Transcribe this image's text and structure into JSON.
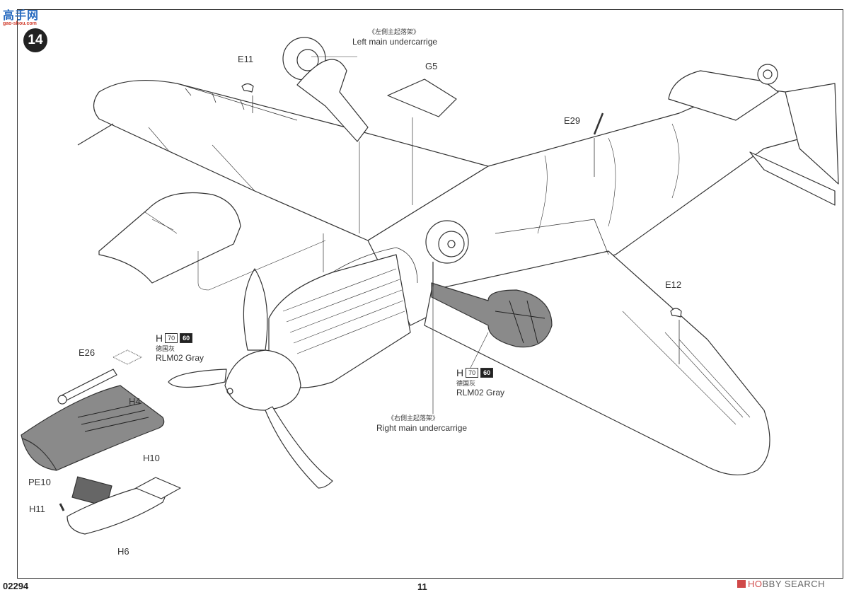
{
  "watermark": {
    "top": "高手网",
    "bottom": "gao-shou.com"
  },
  "step_number": "14",
  "callouts": {
    "left_main_undercarriage": {
      "cn": "《左側主起落架》",
      "en": "Left main undercarrige"
    },
    "right_main_undercarriage": {
      "cn": "《右側主起落架》",
      "en": "Right main undercarrige"
    }
  },
  "part_labels": {
    "E11": "E11",
    "G5": "G5",
    "E29": "E29",
    "E12": "E12",
    "E26": "E26",
    "H4": "H4",
    "H10": "H10",
    "PE10": "PE10",
    "H11": "H11",
    "H6": "H6"
  },
  "paint_callouts": [
    {
      "prefix": "H",
      "codes": [
        "70",
        "60"
      ],
      "cn": "德国灰",
      "en": "RLM02 Gray"
    },
    {
      "prefix": "H",
      "codes": [
        "70",
        "60"
      ],
      "cn": "德国灰",
      "en": "RLM02 Gray"
    }
  ],
  "footer": {
    "product_code": "02294",
    "page_number": "11",
    "brand_accent": "HO",
    "brand": "BBY SEARCH",
    "brand_prefix": "HO"
  },
  "colors": {
    "line": "#333333",
    "gray_fill": "#8a8a8a",
    "step_badge": "#222222",
    "brand_red": "#d04848"
  }
}
